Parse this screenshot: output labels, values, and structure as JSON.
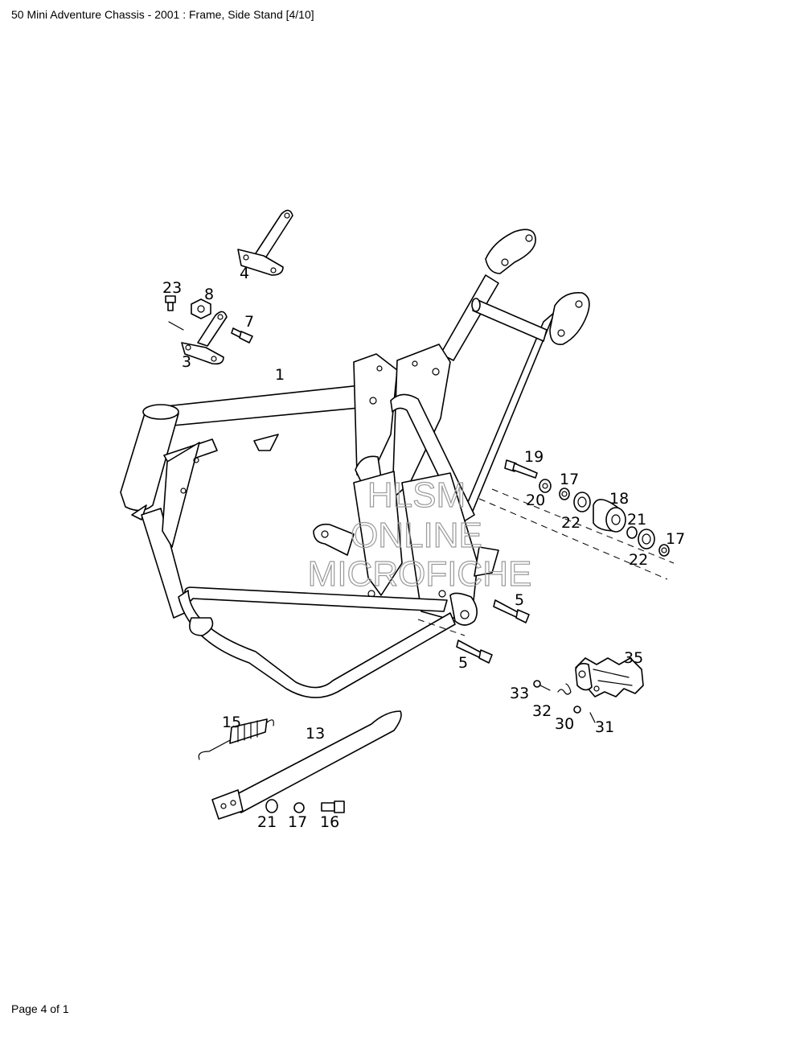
{
  "header": {
    "title": "50 Mini Adventure Chassis - 2001 : Frame, Side Stand [4/10]"
  },
  "footer": {
    "page": "Page 4 of 1"
  },
  "watermark": {
    "line1": "HLSM",
    "line2": "ONLINE",
    "line3": "MICROFICHE"
  },
  "callouts": {
    "c1": "1",
    "c3": "3",
    "c4": "4",
    "c5a": "5",
    "c5b": "5",
    "c7": "7",
    "c8": "8",
    "c13": "13",
    "c15": "15",
    "c16": "16",
    "c17a": "17",
    "c17b": "17",
    "c17c": "17",
    "c18": "18",
    "c19": "19",
    "c20": "20",
    "c21a": "21",
    "c21b": "21",
    "c22a": "22",
    "c22b": "22",
    "c23": "23",
    "c30": "30",
    "c31": "31",
    "c32": "32",
    "c33": "33",
    "c35": "35"
  }
}
